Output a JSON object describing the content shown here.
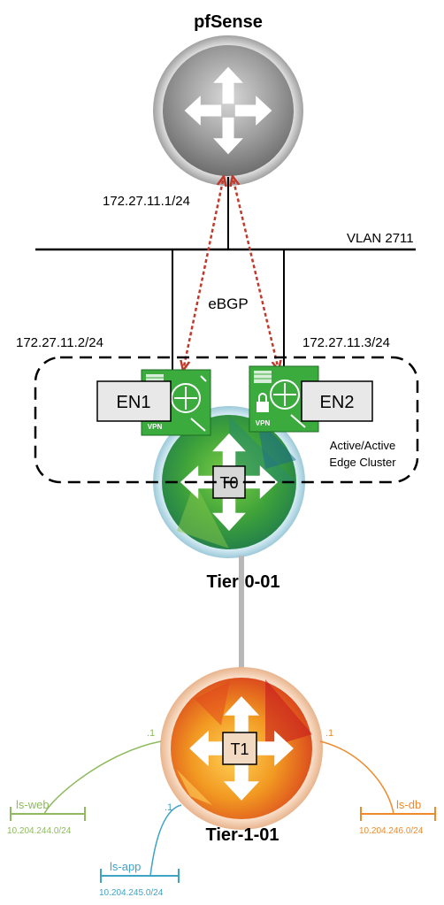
{
  "title": "pfSense",
  "pfsense_ip": "172.27.11.1/24",
  "vlan_label": "VLAN 2711",
  "protocol_label": "eBGP",
  "en1_ip": "172.27.11.2/24",
  "en2_ip": "172.27.11.3/24",
  "en1_label": "EN1",
  "en2_label": "EN2",
  "vpn_label": "VPN",
  "cluster_label_line1": "Active/Active",
  "cluster_label_line2": "Edge Cluster",
  "t0_label": "T0",
  "tier0_name": "Tier-0-01",
  "t1_label": "T1",
  "tier1_name": "Tier-1-01",
  "segments": {
    "web": {
      "name": "ls-web",
      "gateway": ".1",
      "subnet": "10.204.244.0/24",
      "color": "#8dbb5e"
    },
    "app": {
      "name": "ls-app",
      "gateway": ".1",
      "subnet": "10.204.245.0/24",
      "color": "#3fa3c6"
    },
    "db": {
      "name": "ls-db",
      "gateway": ".1",
      "subnet": "10.204.246.0/24",
      "color": "#ee8a2c"
    }
  },
  "colors": {
    "bgp_arrow": "#c0392b",
    "edge_green": "#3bab3e",
    "line": "#000000",
    "t0_green": "#5fb53a",
    "t1_orange": "#f08a20"
  }
}
